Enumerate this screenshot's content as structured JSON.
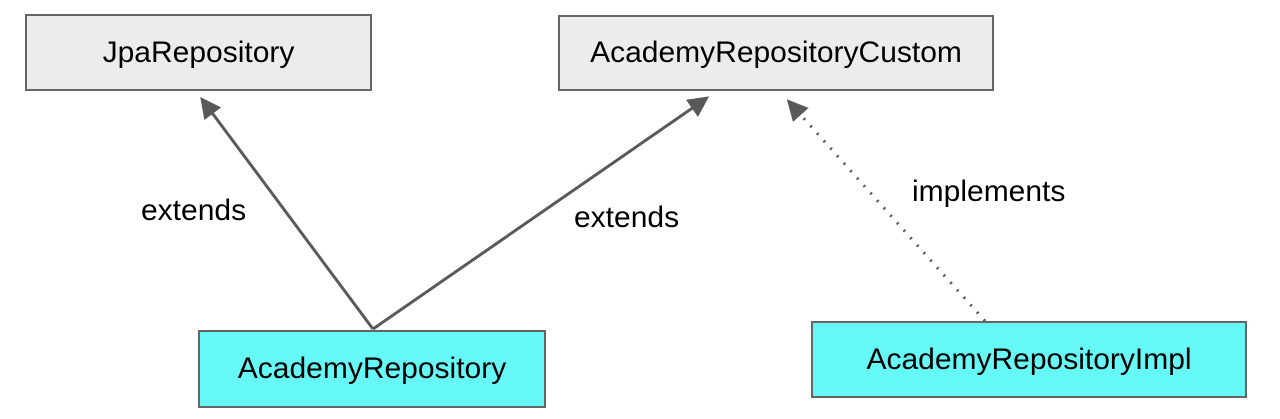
{
  "diagram": {
    "type": "class-diagram",
    "line_color": "#595959",
    "colors": {
      "interface_fill": "#ececec",
      "class_fill": "#66f7f7",
      "node_border": "#666666",
      "background": "#ffffff",
      "text": "#000000"
    },
    "nodes": [
      {
        "id": "jpa-repository",
        "label": "JpaRepository",
        "fill": "#ececec",
        "border": "#666666"
      },
      {
        "id": "academy-repository-custom",
        "label": "AcademyRepositoryCustom",
        "fill": "#ececec",
        "border": "#666666"
      },
      {
        "id": "academy-repository",
        "label": "AcademyRepository",
        "fill": "#66f7f7",
        "border": "#666666"
      },
      {
        "id": "academy-repository-impl",
        "label": "AcademyRepositoryImpl",
        "fill": "#66f7f7",
        "border": "#666666"
      }
    ],
    "edges": [
      {
        "id": "extends-jpa",
        "label": "extends",
        "from": "AcademyRepository",
        "to": "JpaRepository",
        "line": "solid"
      },
      {
        "id": "extends-custom",
        "label": "extends",
        "from": "AcademyRepository",
        "to": "AcademyRepositoryCustom",
        "line": "solid"
      },
      {
        "id": "implements-custom",
        "label": "implements",
        "from": "AcademyRepositoryImpl",
        "to": "AcademyRepositoryCustom",
        "line": "dotted"
      }
    ]
  }
}
